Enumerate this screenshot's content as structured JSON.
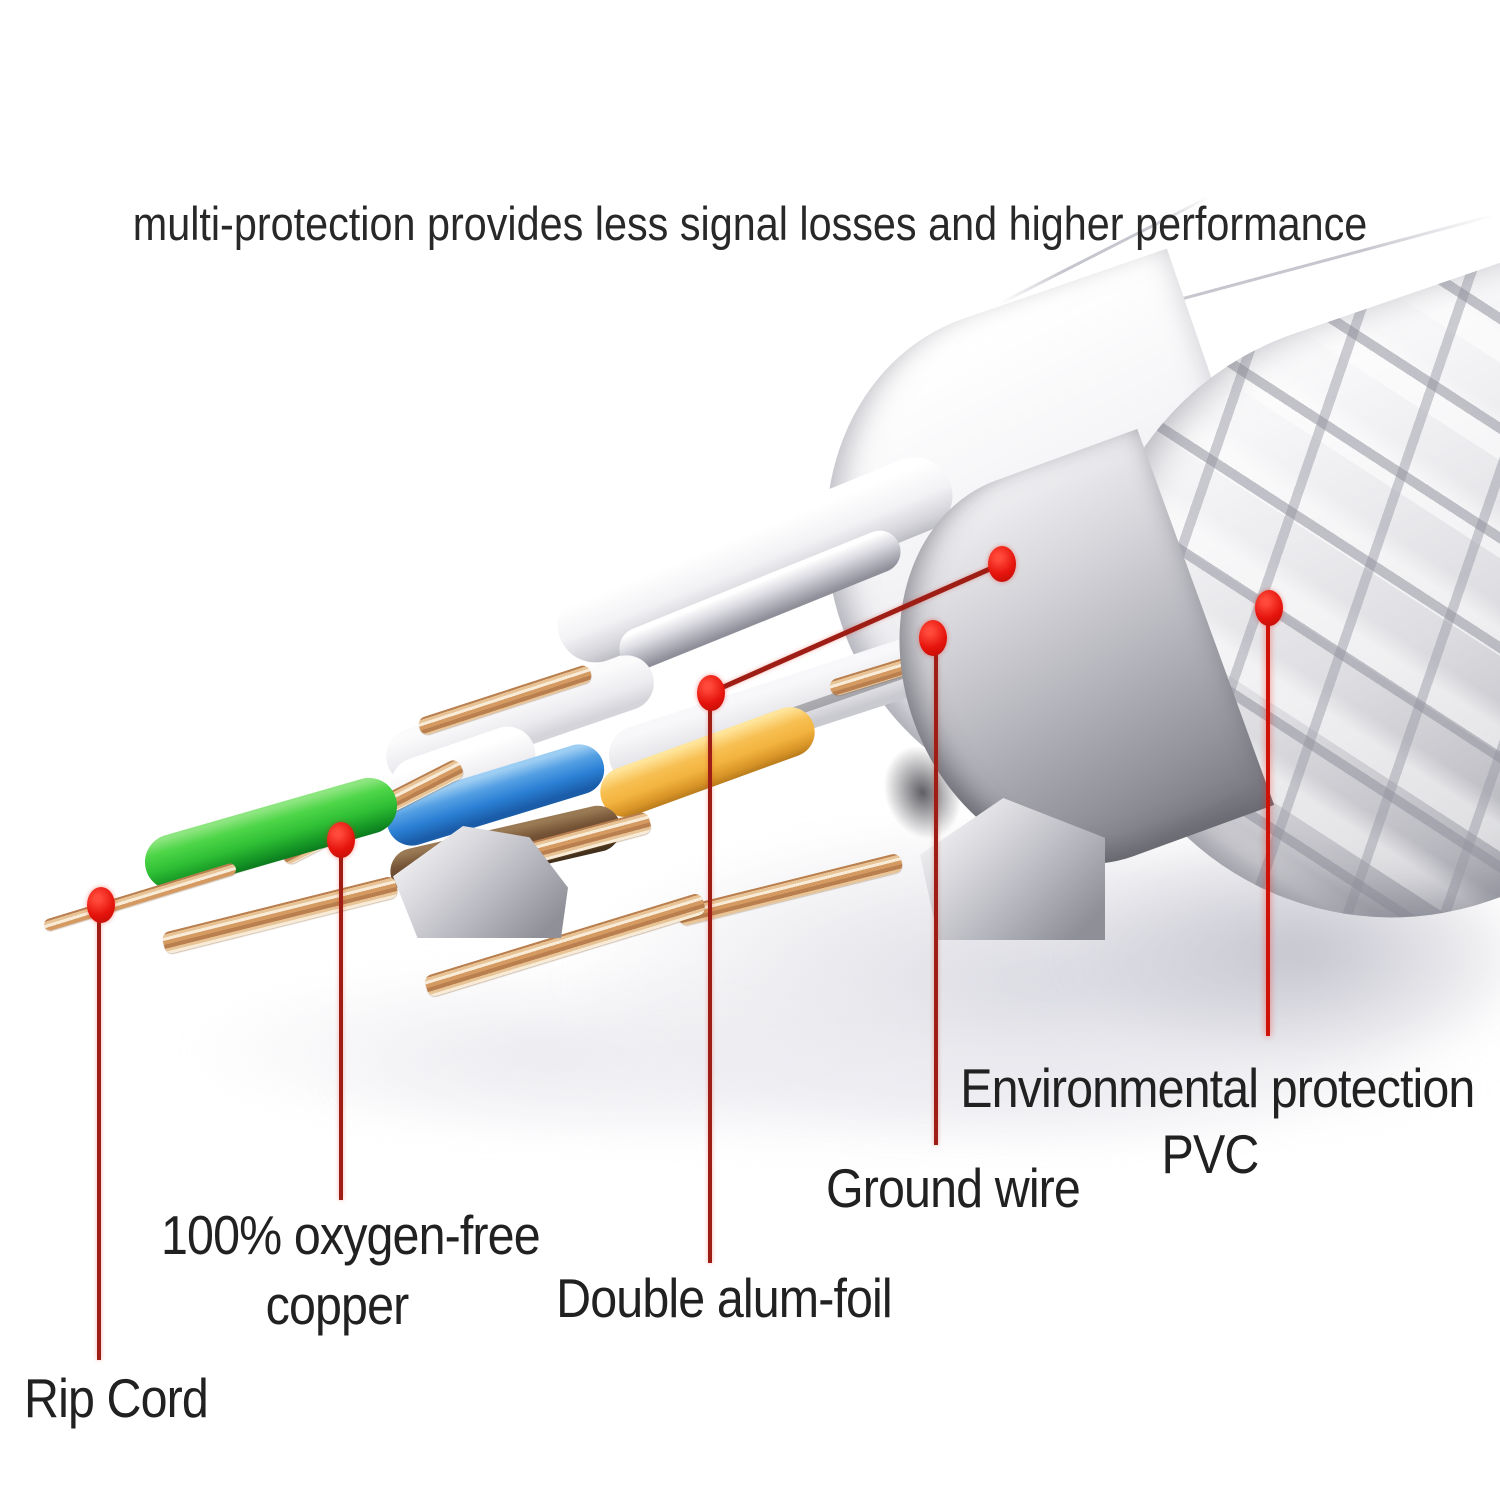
{
  "headline": "multi-protection provides less signal losses and higher performance",
  "annotations": {
    "rip_cord": "Rip Cord",
    "oxygen_free_line1": "100% oxygen-free",
    "oxygen_free_line2": "copper",
    "alum_foil": "Double alum-foil",
    "ground_wire": "Ground wire",
    "pvc_line1": "Environmental protection",
    "pvc_line2": "PVC"
  },
  "markers": [
    "rip-cord-marker",
    "oxygen-free-copper-marker",
    "alum-foil-marker",
    "shield-edge-marker",
    "ground-wire-marker",
    "pvc-jacket-marker"
  ],
  "colors": {
    "annotation_red": "#e6140c",
    "leader_red": "#9e1d14",
    "leader_red_bright": "#cf1207",
    "wire_green": "#2fbf35",
    "wire_blue": "#2a7fd4",
    "wire_brown": "#5f4329",
    "wire_yellow": "#f3b43f",
    "copper": "#d8a678",
    "foil_gray": "#b6b6bd",
    "jacket_white": "#ededf0",
    "text_dark": "#212121"
  }
}
